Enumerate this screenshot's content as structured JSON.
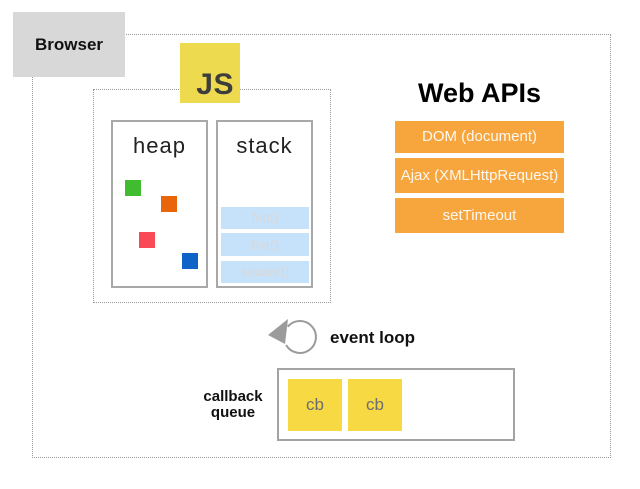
{
  "browser": {
    "label": "Browser"
  },
  "js_runtime": {
    "logo": "JS",
    "heap": {
      "label": "heap",
      "squares": [
        {
          "name": "green-object",
          "color": "#41bb30"
        },
        {
          "name": "orange-object",
          "color": "#e8650b"
        },
        {
          "name": "red-object",
          "color": "#f84b57"
        },
        {
          "name": "blue-object",
          "color": "#0d63c8"
        }
      ]
    },
    "stack": {
      "label": "stack",
      "frames": [
        "foo()",
        "bar()",
        "square()"
      ]
    }
  },
  "web_apis": {
    "title": "Web APIs",
    "items": [
      "DOM (document)",
      "Ajax (XMLHttpRequest)",
      "setTimeout"
    ]
  },
  "event_loop": {
    "label": "event loop"
  },
  "callback_queue": {
    "label": [
      "callback",
      "queue"
    ],
    "items": [
      "cb",
      "cb"
    ]
  },
  "colors": {
    "js_yellow": "#eeda4f",
    "cb_yellow": "#f7d944",
    "api_orange": "#f7a63e",
    "stack_bar_blue": "#c6e2fb",
    "browser_gray": "#d8d8d8",
    "icon_gray": "#9b9b9b"
  }
}
